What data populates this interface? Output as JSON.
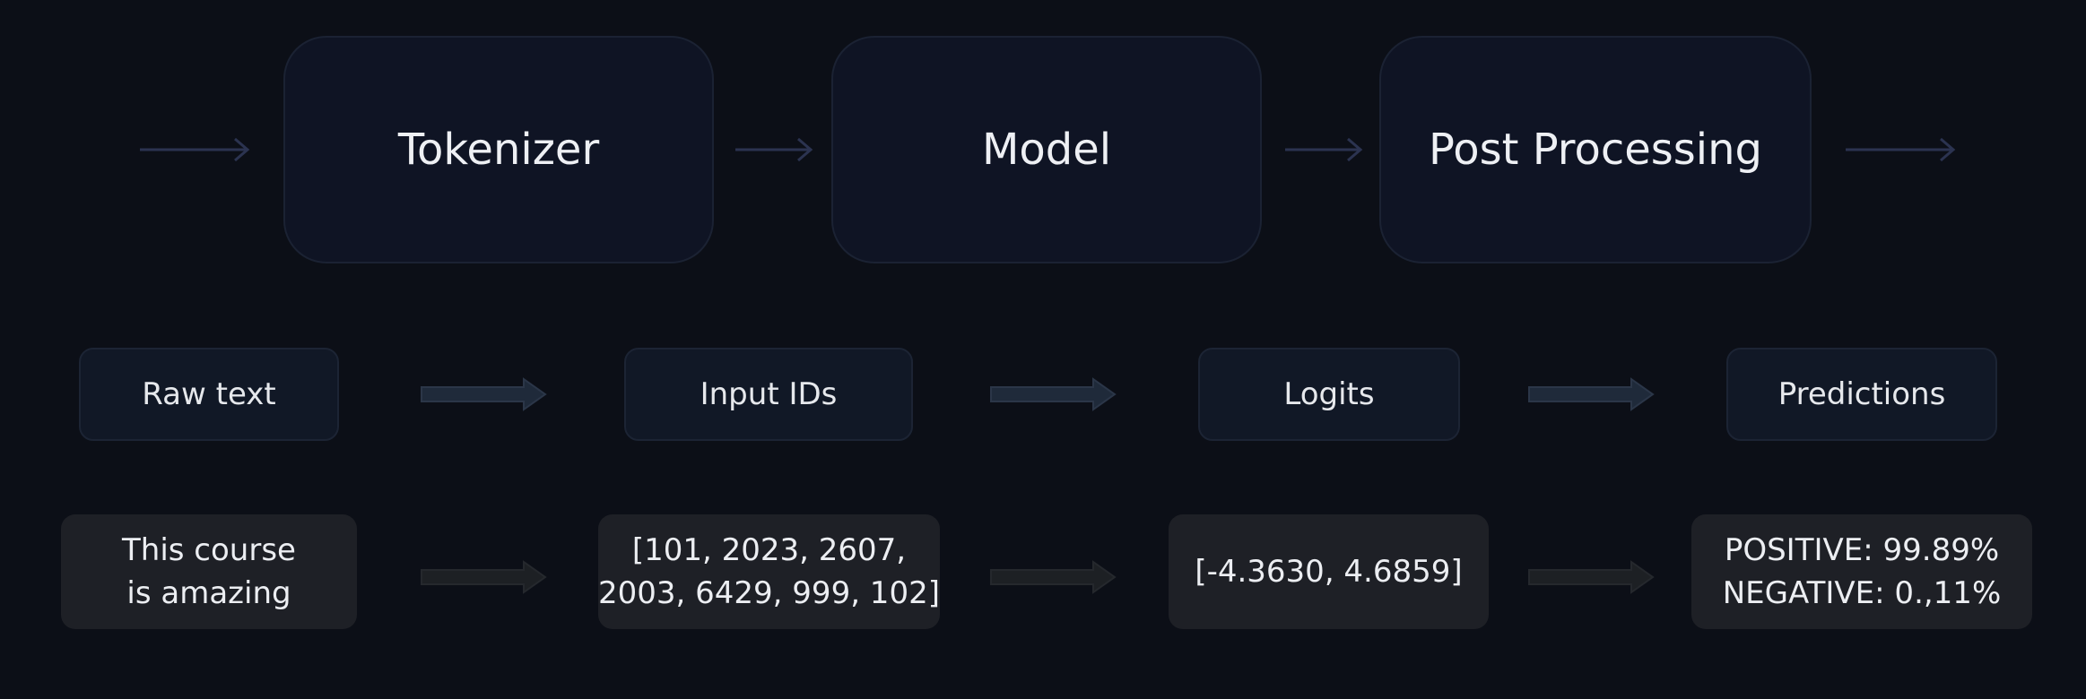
{
  "pipeline": {
    "stages": [
      {
        "label": "Tokenizer"
      },
      {
        "label": "Model"
      },
      {
        "label": "Post Processing"
      }
    ]
  },
  "outputs": {
    "labels": [
      "Raw text",
      "Input IDs",
      "Logits",
      "Predictions"
    ]
  },
  "examples": [
    "This course\nis amazing",
    "[101, 2023, 2607,\n2003, 6429, 999, 102]",
    "[-4.3630, 4.6859]",
    "POSITIVE: 99.89%\nNEGATIVE: 0.,11%"
  ],
  "colors": {
    "background": "#0c0f17",
    "stage_box": "#0f1424",
    "label_box": "#111826",
    "example_box": "#1e2026",
    "top_arrow": "#2b3350",
    "mid_arrow": "#1f2a3a",
    "bottom_arrow": "#1d2024"
  }
}
